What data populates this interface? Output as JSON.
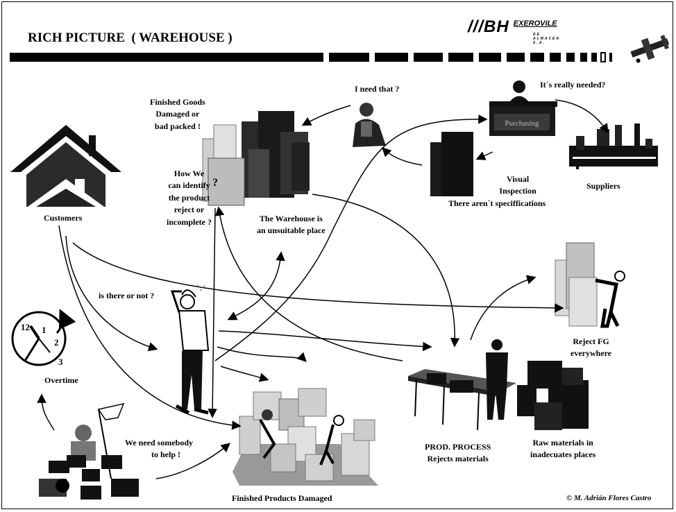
{
  "title": "RICH PICTURE  ( WAREHOUSE )",
  "logo": {
    "brand": "///BH",
    "sub": "EXEROVILE",
    "tiny": "DE ALMACEN S.A."
  },
  "labels": {
    "finished_goods": [
      "Finished Goods",
      "Damaged or",
      "bad packed !"
    ],
    "need_that": "I need that ?",
    "really_needed": "It´s really needed?",
    "purchasing": "Purchasing",
    "suppliers": "Suppliers",
    "visual_inspection": [
      "Visual",
      "Inspection",
      "There aren´t speciffications"
    ],
    "how_identify": [
      "How We",
      "can identify",
      "the product",
      "reject or",
      "incomplete ?"
    ],
    "warehouse": [
      "The Warehouse is",
      "an unsuitable place"
    ],
    "customers": "Customers",
    "is_there": "is there or not  ?",
    "overtime": "Overtime",
    "need_help": [
      "We need  somebody",
      "to help !"
    ],
    "finished_products": "Finished Products Damaged",
    "prod_process": [
      "PROD. PROCESS",
      "Rejects materials"
    ],
    "raw_materials": [
      "Raw materials in",
      "inadecuates places"
    ],
    "reject_fg": [
      "Reject FG",
      "everywhere"
    ],
    "question_mark": "?",
    "clock_numbers": [
      "12",
      "1",
      "2",
      "3"
    ]
  },
  "copyright": "© M. Adrián Flores Castro",
  "colors": {
    "ink": "#000000",
    "grey": "#8a8a8a",
    "light": "#c8c8c8",
    "dark": "#2a2a2a"
  }
}
